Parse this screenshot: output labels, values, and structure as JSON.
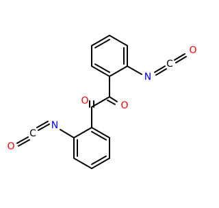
{
  "structure": {
    "atoms": {
      "o1": "O",
      "o2": "O",
      "n_top": "N",
      "c_top": "C",
      "o_top": "O",
      "n_bottom": "N",
      "c_bottom": "C",
      "o_bottom": "O"
    },
    "colors": {
      "bond": "#000000",
      "oxygen": "#ff0000",
      "nitrogen": "#0000ff",
      "carbon": "#000000"
    }
  }
}
